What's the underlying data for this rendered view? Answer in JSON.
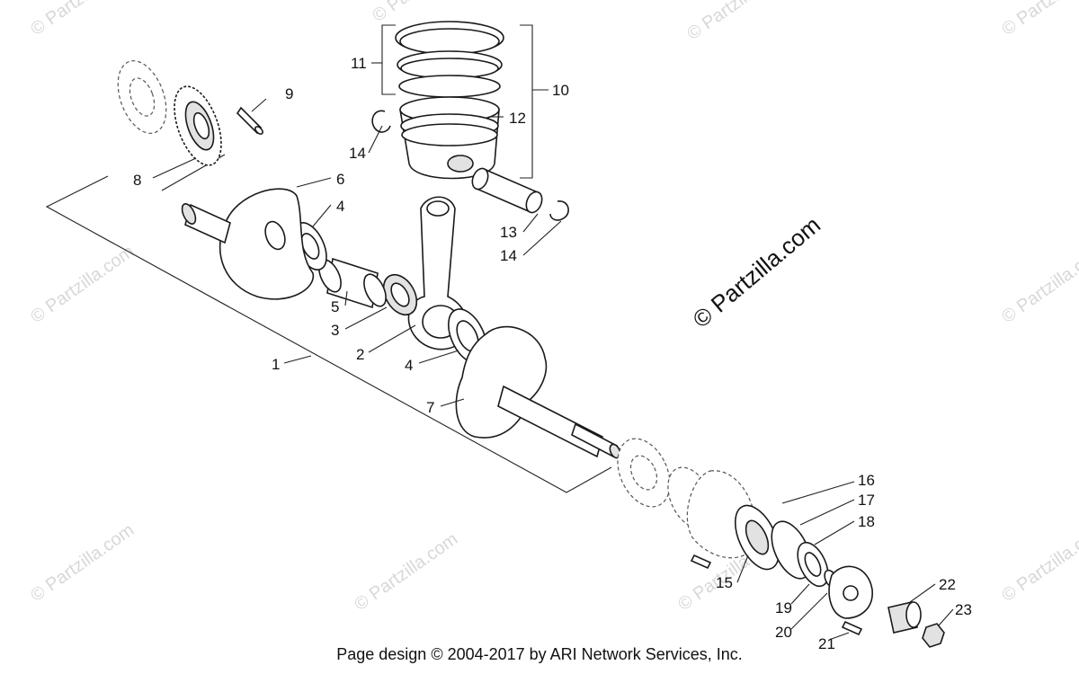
{
  "footer": "Page design © 2004-2017 by ARI Network Services, Inc.",
  "copyright_stamp": "© Partzilla.com",
  "watermark": "© Partzilla.com",
  "callouts": {
    "c1": "1",
    "c2": "2",
    "c3": "3",
    "c4a": "4",
    "c4b": "4",
    "c5": "5",
    "c6": "6",
    "c7": "7",
    "c8": "8",
    "c9": "9",
    "c10": "10",
    "c11": "11",
    "c12": "12",
    "c13": "13",
    "c14a": "14",
    "c14b": "14",
    "c15": "15",
    "c16": "16",
    "c17": "17",
    "c18": "18",
    "c19": "19",
    "c20": "20",
    "c21": "21",
    "c22": "22",
    "c23": "23"
  }
}
